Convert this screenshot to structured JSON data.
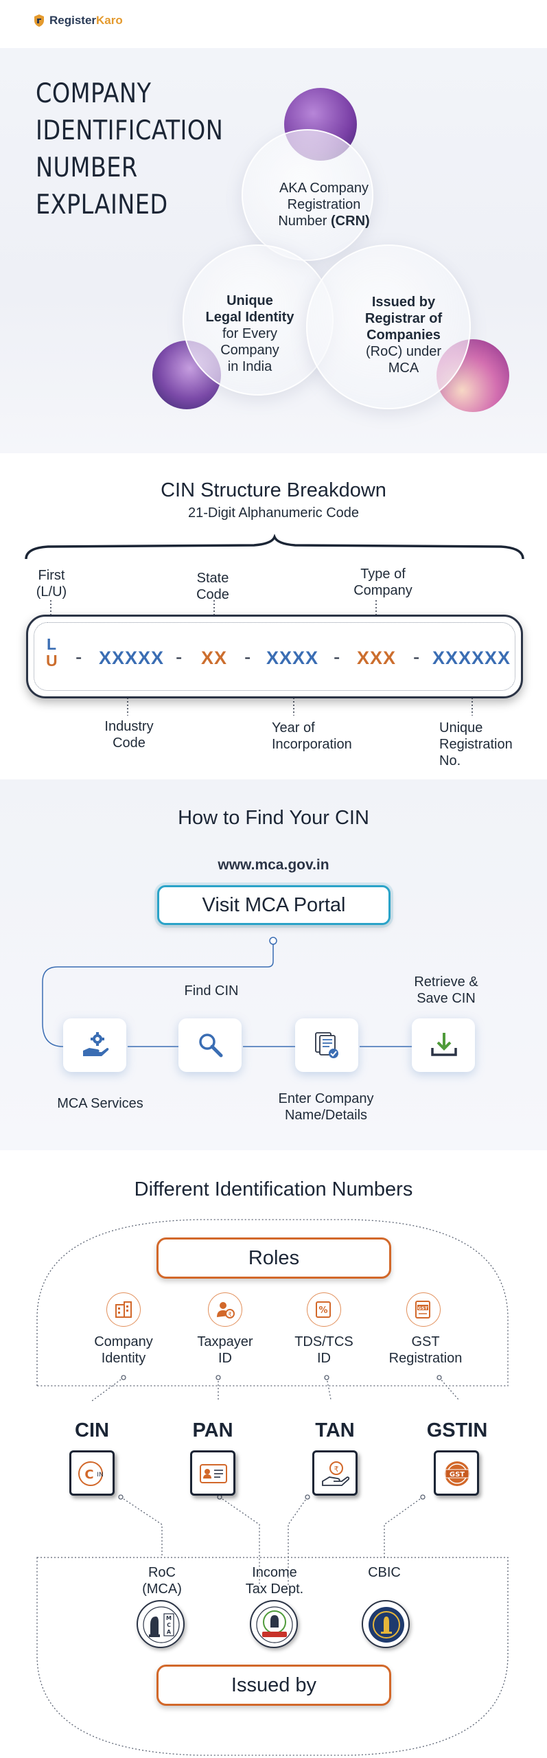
{
  "brand": {
    "name_part1": "Register",
    "name_part2": "Karo"
  },
  "hero": {
    "title_lines": [
      "COMPANY",
      "IDENTIFICATION",
      "NUMBER",
      "EXPLAINED"
    ],
    "circle_top": {
      "line1": "AKA Company",
      "line2": "Registration",
      "line3_prefix": "Number ",
      "line3_bold": "(CRN)"
    },
    "circle_left": {
      "bold1": "Unique",
      "bold2": "Legal Identity",
      "line3": "for Every",
      "line4": "Company",
      "line5": "in India"
    },
    "circle_right": {
      "bold1": "Issued by",
      "bold2": "Registrar of",
      "bold3": "Companies",
      "line4": "(RoC) under",
      "line5": "MCA"
    }
  },
  "structure": {
    "title": "CIN Structure Breakdown",
    "subtitle": "21-Digit Alphanumeric Code",
    "segments": {
      "first_top": "L",
      "first_bottom": "U",
      "industry": "XXXXX",
      "state": "XX",
      "year": "XXXX",
      "type": "XXX",
      "unique": "XXXXXX"
    },
    "dash": "-",
    "labels": {
      "first_line1": "First",
      "first_line2": "(L/U)",
      "state_line1": "State",
      "state_line2": "Code",
      "type_line1": "Type of",
      "type_line2": "Company",
      "industry_line1": "Industry",
      "industry_line2": "Code",
      "year_line1": "Year of",
      "year_line2": "Incorporation",
      "unique_line1": "Unique",
      "unique_line2": "Registration",
      "unique_line3": "No."
    }
  },
  "find": {
    "title": "How to Find Your CIN",
    "url": "www.mca.gov.in",
    "portal_button": "Visit MCA Portal",
    "step_labels": {
      "mca_services": "MCA Services",
      "find_cin": "Find CIN",
      "enter_line1": "Enter Company",
      "enter_line2": "Name/Details",
      "retrieve_line1": "Retrieve &",
      "retrieve_line2": "Save CIN"
    },
    "icons": [
      "gear-hand-icon",
      "magnifier-icon",
      "document-check-icon",
      "download-icon"
    ]
  },
  "ids": {
    "title": "Different Identification Numbers",
    "roles_label": "Roles",
    "issued_by_label": "Issued by",
    "roles": [
      {
        "line1": "Company",
        "line2": "Identity",
        "icon": "building-icon"
      },
      {
        "line1": "Taxpayer",
        "line2": "ID",
        "icon": "person-rupee-icon"
      },
      {
        "line1": "TDS/TCS",
        "line2": "ID",
        "icon": "percent-document-icon"
      },
      {
        "line1": "GST",
        "line2": "Registration",
        "icon": "gst-document-icon"
      }
    ],
    "names": [
      "CIN",
      "PAN",
      "TAN",
      "GSTIN"
    ],
    "box_texts": {
      "cin_c": "C",
      "cin_in": "IN",
      "gst": "GST"
    },
    "issuers": [
      {
        "line1": "RoC",
        "line2": "(MCA)"
      },
      {
        "line1": "Income",
        "line2": "Tax Dept."
      },
      {
        "line1": "CBIC",
        "line2": ""
      }
    ],
    "seal_texts": {
      "mca_m": "M",
      "mca_c": "C",
      "mca_a": "A"
    },
    "colors": {
      "accent_orange": "#d2682a",
      "navy": "#1b2535",
      "blue": "#3a6db3"
    }
  }
}
